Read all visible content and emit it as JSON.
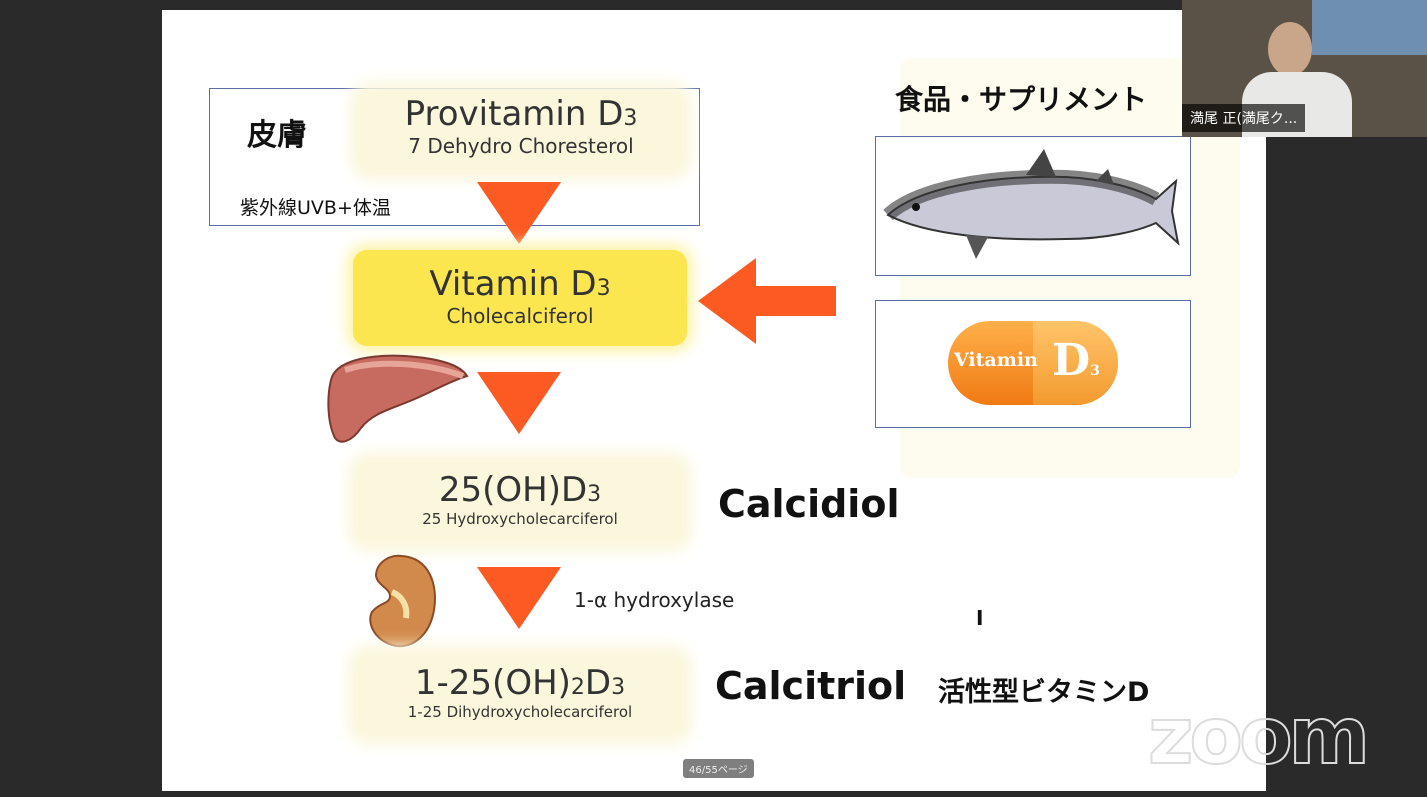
{
  "slide": {
    "skin": {
      "label": "皮膚",
      "uv": "紫外線UVB+体温"
    },
    "provitamin": {
      "main": "Provitamin D",
      "sub_num": "3",
      "sub": "7 Dehydro Choresterol"
    },
    "vitamin": {
      "main": "Vitamin D",
      "sub_num": "3",
      "sub": "Cholecalciferol"
    },
    "ohd3": {
      "main": "25(OH)D",
      "sub_num": "3",
      "sub": "25 Hydroxycholecarciferol",
      "name": "Calcidiol"
    },
    "hydroxylase": "1-α  hydroxylase",
    "dihydroxy": {
      "main_a": "1-25(OH)",
      "sub_num_a": "2",
      "main_b": "D",
      "sub_num_b": "3",
      "sub": "1-25 Dihydroxycholecarciferol",
      "name": "Calcitriol",
      "jp": "活性型ビタミンD"
    },
    "food_title": "食品・サプリメント",
    "capsule": {
      "left": "Vitamin",
      "right": "D",
      "right_num": "3"
    },
    "colors": {
      "arrow": "#fb5b23",
      "yellow": "#fce64f",
      "outline": "#5a6fa8"
    }
  },
  "zoom": {
    "participant_name": "満尾 正(満尾ク...",
    "page_indicator": "46/55ページ",
    "watermark": "zoom"
  }
}
